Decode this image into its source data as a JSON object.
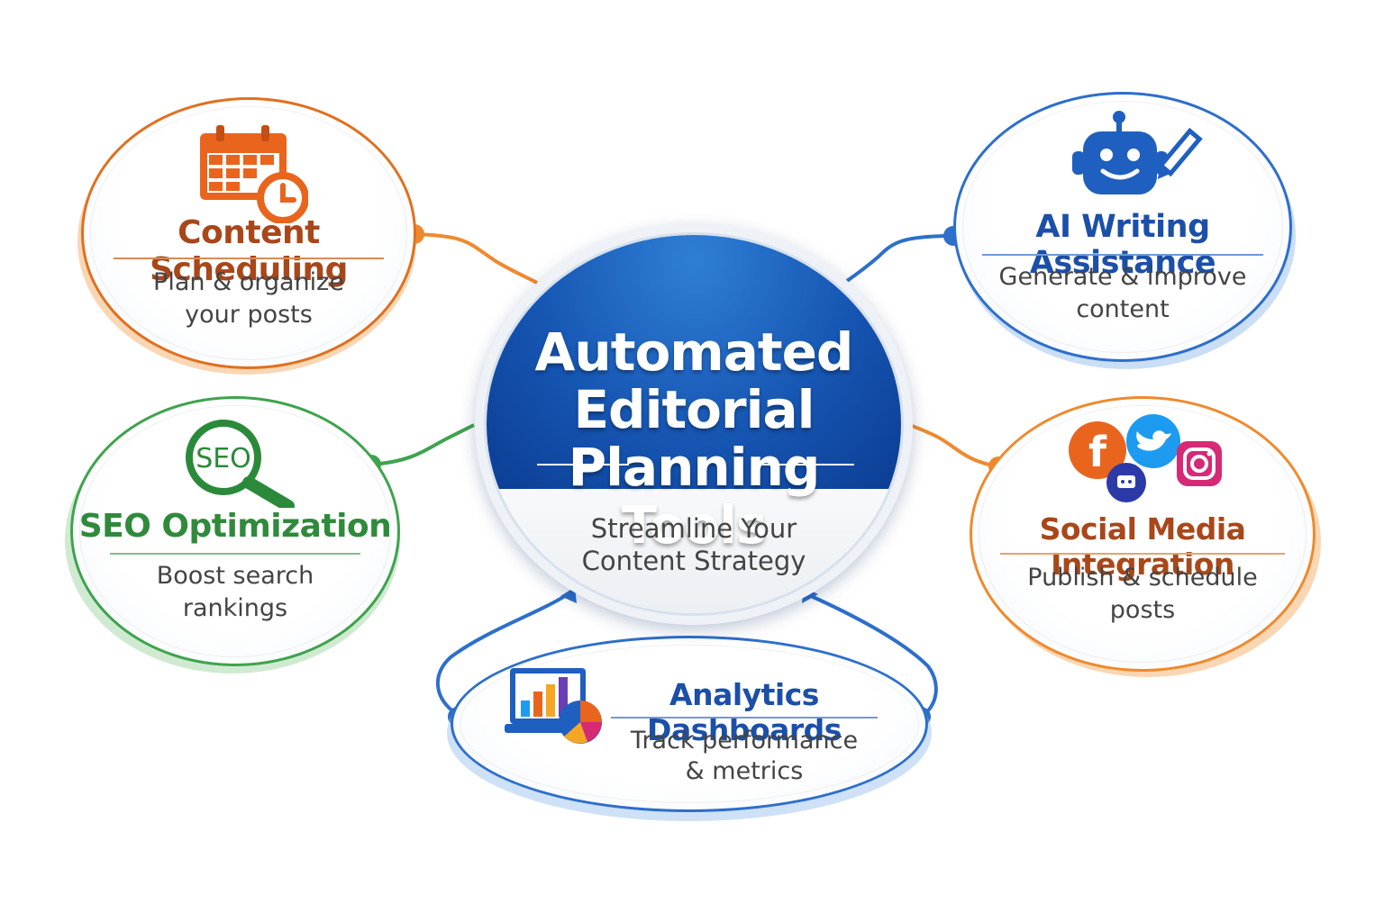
{
  "center": {
    "title_lines": [
      "Automated",
      "Editorial Planning",
      "Tools"
    ],
    "subtitle_lines": [
      "Streamline Your",
      "Content Strategy"
    ]
  },
  "nodes": {
    "content_scheduling": {
      "title": "Content Scheduling",
      "desc": [
        "Plan & organize",
        "your posts"
      ],
      "color": "#e07020",
      "title_color": "#a8471a"
    },
    "ai_writing": {
      "title": "AI Writing Assistance",
      "desc": [
        "Generate & improve",
        "content"
      ],
      "color": "#2d6fcb",
      "title_color": "#1b4fa8"
    },
    "seo": {
      "title": "SEO Optimization",
      "desc": [
        "Boost search",
        "rankings"
      ],
      "color": "#3fa34d",
      "title_color": "#2f8a3b",
      "icon_text": "SEO"
    },
    "social": {
      "title": "Social Media Integration",
      "desc": [
        "Publish & schedule",
        "posts"
      ],
      "color": "#ee8a2e",
      "title_color": "#a8471a"
    },
    "analytics": {
      "title": "Analytics Dashboards",
      "desc": [
        "Track performance",
        "& metrics"
      ],
      "color": "#2d6fcb",
      "title_color": "#1b4fa8"
    }
  },
  "icons": {
    "content_scheduling": "calendar-clock-icon",
    "ai_writing": "robot-pencil-icon",
    "seo": "magnifier-seo-icon",
    "social": "social-logos-icon",
    "analytics": "laptop-chart-icon",
    "facebook_letter": "f"
  }
}
